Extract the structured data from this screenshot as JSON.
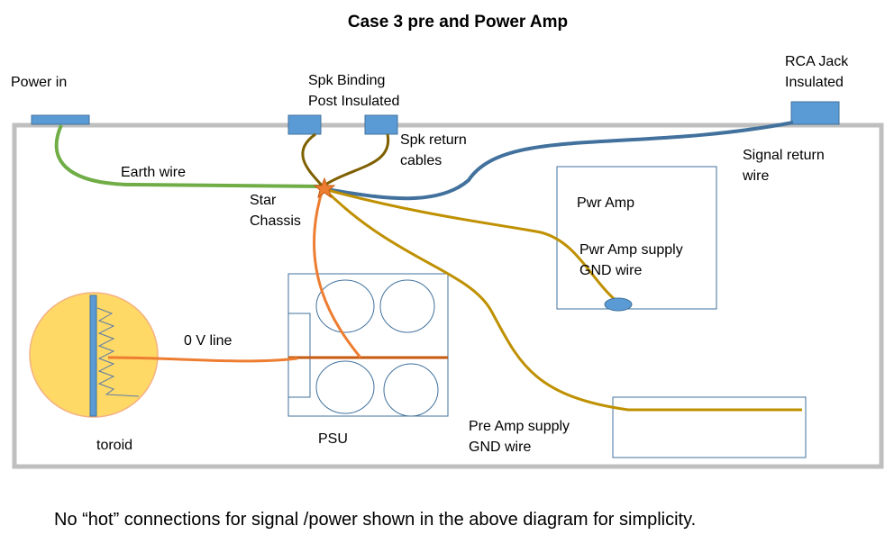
{
  "title": "Case 3 pre and Power Amp",
  "labels": {
    "power_in": "Power in",
    "spk_binding": [
      "Spk Binding",
      "Post Insulated"
    ],
    "rca_jack": [
      "RCA Jack",
      "Insulated"
    ],
    "spk_return": [
      "Spk return",
      "cables"
    ],
    "signal_return": [
      "Signal return",
      "wire"
    ],
    "earth_wire": "Earth wire",
    "star_chassis": [
      "Star",
      "Chassis"
    ],
    "pwr_amp": "Pwr Amp",
    "pwr_amp_supply": [
      "Pwr Amp supply",
      "GND wire"
    ],
    "zero_v_line": "0 V line",
    "toroid": "toroid",
    "psu": "PSU",
    "pre_amp_supply": [
      "Pre Amp supply",
      "GND wire"
    ]
  },
  "footnote": "No “hot” connections for signal /power shown in the above diagram for simplicity.",
  "colors": {
    "chassis": "#bfbfbf",
    "connector_fill": "#5b9bd5",
    "connector_stroke": "#41719c",
    "earth_wire": "#70ad47",
    "spk_wire": "#7f6000",
    "signal_wire": "#41719c",
    "gnd_wire": "#bf9000",
    "zero_v_wire": "#ed7d31",
    "box_stroke": "#41719c",
    "toroid_fill": "#ffd966",
    "toroid_stroke": "#f4b183"
  }
}
